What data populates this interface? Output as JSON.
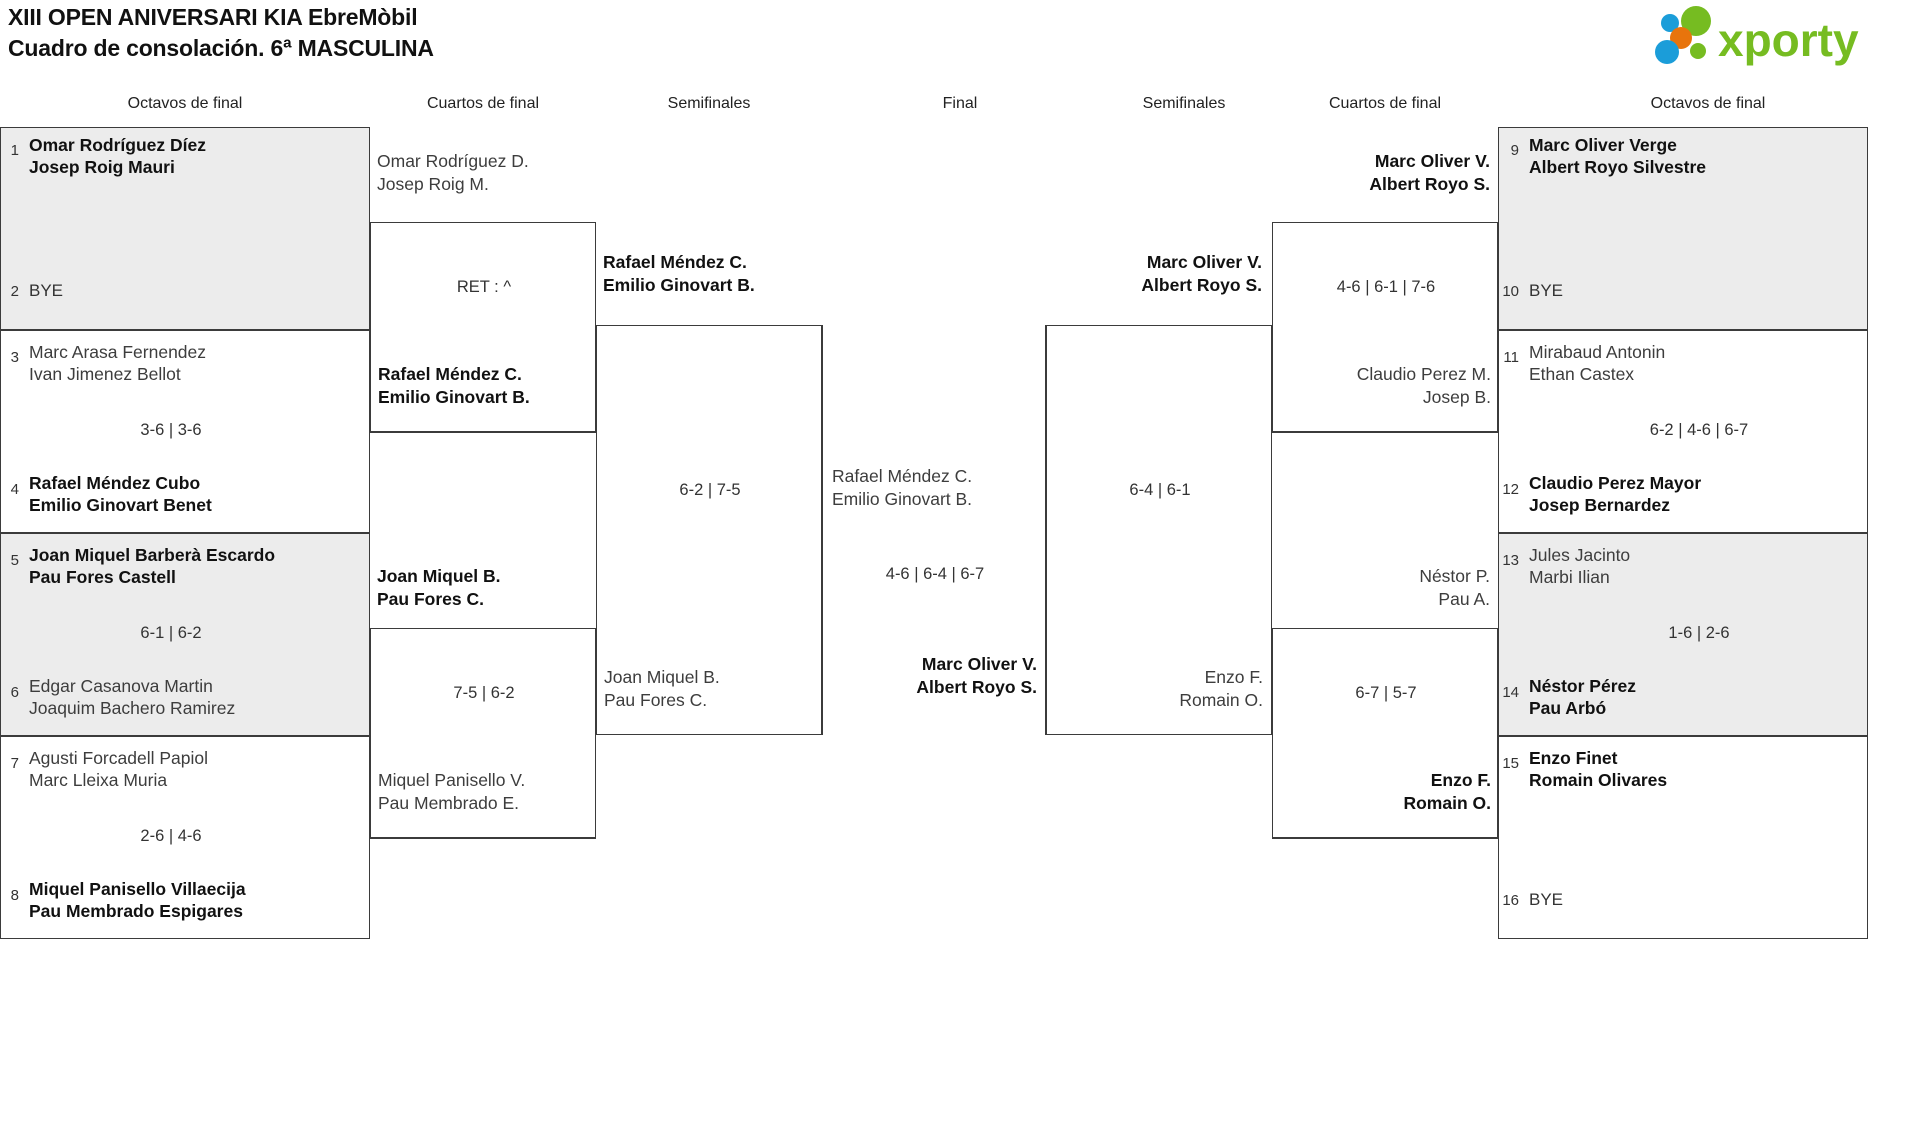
{
  "header": {
    "title_line1": "XIII OPEN ANIVERSARI KIA EbreMòbil",
    "title_line2": "Cuadro de consolación. 6ª MASCULINA",
    "logo_text": "xporty",
    "logo_colors": {
      "blue": "#1b9dd9",
      "orange": "#e8740c",
      "green": "#76bc21"
    }
  },
  "columns": [
    {
      "label": "Octavos de final"
    },
    {
      "label": "Cuartos de final"
    },
    {
      "label": "Semifinales"
    },
    {
      "label": "Final"
    },
    {
      "label": "Semifinales"
    },
    {
      "label": "Cuartos de final"
    },
    {
      "label": "Octavos de final"
    }
  ],
  "bracket": {
    "left_r16": [
      {
        "seed_top": "1",
        "seed_bot": "2",
        "top_l1": "Omar Rodríguez Díez",
        "top_l2": "Josep Roig Mauri",
        "top_state": "win",
        "bot_bye": "BYE",
        "bot_state": "lose",
        "score": "",
        "shaded": true
      },
      {
        "seed_top": "3",
        "seed_bot": "4",
        "top_l1": "Marc Arasa Fernendez",
        "top_l2": "Ivan Jimenez Bellot",
        "top_state": "lose",
        "bot_l1": "Rafael Méndez Cubo",
        "bot_l2": "Emilio Ginovart Benet",
        "bot_state": "win",
        "score": "3-6 | 3-6",
        "shaded": false
      },
      {
        "seed_top": "5",
        "seed_bot": "6",
        "top_l1": "Joan Miquel Barberà Escardo",
        "top_l2": "Pau Fores Castell",
        "top_state": "win",
        "bot_l1": "Edgar Casanova Martin",
        "bot_l2": "Joaquim Bachero Ramirez",
        "bot_state": "lose",
        "score": "6-1 | 6-2",
        "shaded": true
      },
      {
        "seed_top": "7",
        "seed_bot": "8",
        "top_l1": "Agusti Forcadell Papiol",
        "top_l2": "Marc Lleixa Muria",
        "top_state": "lose",
        "bot_l1": "Miquel Panisello Villaecija",
        "bot_l2": "Pau Membrado Espigares",
        "bot_state": "win",
        "score": "2-6 | 4-6",
        "shaded": false
      }
    ],
    "left_qf": [
      {
        "top_l1": "Omar Rodríguez D.",
        "top_l2": "Josep Roig M.",
        "top_state": "lose",
        "bot_l1": "Rafael Méndez C.",
        "bot_l2": "Emilio Ginovart B.",
        "bot_state": "win",
        "score": "RET : ^"
      },
      {
        "top_l1": "Joan Miquel B.",
        "top_l2": "Pau Fores C.",
        "top_state": "win",
        "bot_l1": "Miquel Panisello V.",
        "bot_l2": "Pau Membrado E.",
        "bot_state": "lose",
        "score": "7-5 | 6-2"
      }
    ],
    "left_sf": [
      {
        "top_l1": "Rafael Méndez C.",
        "top_l2": "Emilio Ginovart B.",
        "top_state": "win",
        "bot_l1": "Joan Miquel B.",
        "bot_l2": "Pau Fores C.",
        "bot_state": "lose",
        "score": "6-2 | 7-5"
      }
    ],
    "final": {
      "top_l1": "Rafael Méndez C.",
      "top_l2": "Emilio Ginovart B.",
      "top_state": "lose",
      "bot_l1": "Marc Oliver V.",
      "bot_l2": "Albert Royo S.",
      "bot_state": "win",
      "score": "4-6 | 6-4 | 6-7"
    },
    "right_sf": [
      {
        "top_l1": "Marc Oliver V.",
        "top_l2": "Albert Royo S.",
        "top_state": "win",
        "bot_l1": "Enzo F.",
        "bot_l2": "Romain O.",
        "bot_state": "lose",
        "score": "6-4 | 6-1"
      }
    ],
    "right_qf": [
      {
        "top_l1": "Marc Oliver V.",
        "top_l2": "Albert Royo S.",
        "top_state": "win",
        "bot_l1": "Claudio Perez M.",
        "bot_l2": "Josep B.",
        "bot_state": "lose",
        "score": "4-6 | 6-1 | 7-6"
      },
      {
        "top_l1": "Néstor P.",
        "top_l2": "Pau A.",
        "top_state": "lose",
        "bot_l1": "Enzo F.",
        "bot_l2": "Romain O.",
        "bot_state": "win",
        "score": "6-7 | 5-7"
      }
    ],
    "right_r16": [
      {
        "seed_top": "9",
        "seed_bot": "10",
        "top_l1": "Marc Oliver Verge",
        "top_l2": "Albert Royo Silvestre",
        "top_state": "win",
        "bot_bye": "BYE",
        "bot_state": "lose",
        "score": "",
        "shaded": true
      },
      {
        "seed_top": "11",
        "seed_bot": "12",
        "top_l1": "Mirabaud Antonin",
        "top_l2": "Ethan Castex",
        "top_state": "lose",
        "bot_l1": "Claudio Perez Mayor",
        "bot_l2": "Josep Bernardez",
        "bot_state": "win",
        "score": "6-2 | 4-6 | 6-7",
        "shaded": false
      },
      {
        "seed_top": "13",
        "seed_bot": "14",
        "top_l1": "Jules Jacinto",
        "top_l2": "Marbi Ilian",
        "top_state": "lose",
        "bot_l1": "Néstor Pérez",
        "bot_l2": "Pau Arbó",
        "bot_state": "win",
        "score": "1-6 | 2-6",
        "shaded": true
      },
      {
        "seed_top": "15",
        "seed_bot": "16",
        "top_l1": "Enzo Finet",
        "top_l2": "Romain Olivares",
        "top_state": "win",
        "bot_bye": "BYE",
        "bot_state": "lose",
        "score": "",
        "shaded": false
      }
    ]
  }
}
